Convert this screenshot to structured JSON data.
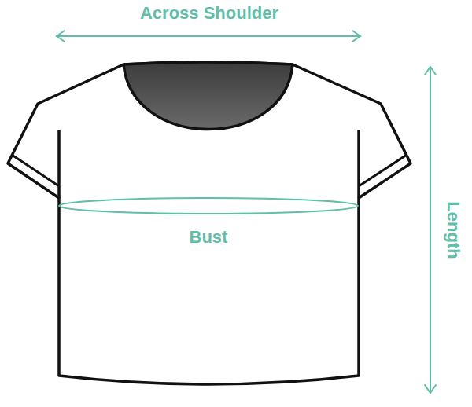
{
  "diagram": {
    "labels": [
      "Across Shoulder",
      "Bust",
      "Length"
    ]
  }
}
